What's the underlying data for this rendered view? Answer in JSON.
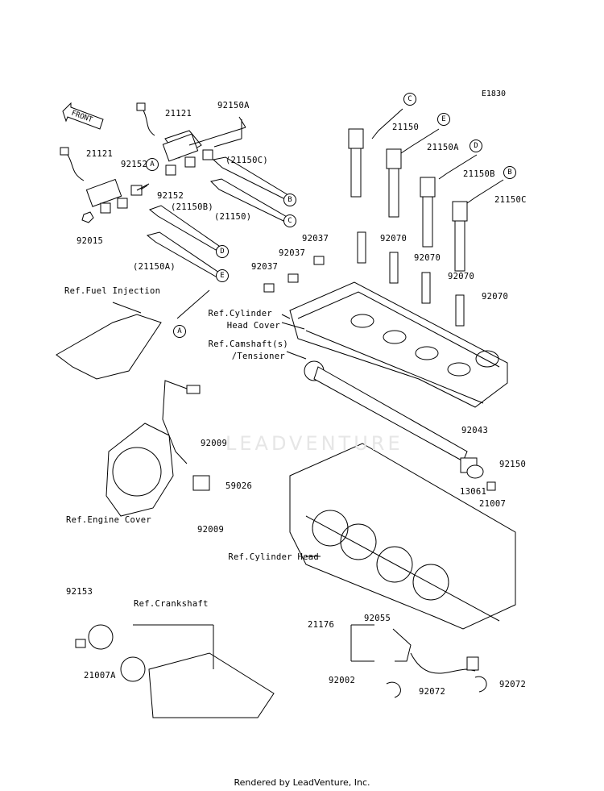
{
  "diagram_code": "E1830",
  "front_label": "FRONT",
  "watermark": "LEADVENTURE",
  "footer": "Rendered by LeadVenture, Inc.",
  "parts": [
    {
      "id": "p21121a",
      "text": "21121"
    },
    {
      "id": "p92150a_top",
      "text": "92150A"
    },
    {
      "id": "p21121b",
      "text": "21121"
    },
    {
      "id": "p92152a",
      "text": "92152"
    },
    {
      "id": "p92152b",
      "text": "92152"
    },
    {
      "id": "p21150c_paren",
      "text": "(21150C)"
    },
    {
      "id": "p21150b_paren",
      "text": "(21150B)"
    },
    {
      "id": "p21150_paren",
      "text": "(21150)"
    },
    {
      "id": "p92015",
      "text": "92015"
    },
    {
      "id": "p21150a_paren",
      "text": "(21150A)"
    },
    {
      "id": "p21150",
      "text": "21150"
    },
    {
      "id": "p21150a",
      "text": "21150A"
    },
    {
      "id": "p21150b",
      "text": "21150B"
    },
    {
      "id": "p21150c",
      "text": "21150C"
    },
    {
      "id": "p92037a",
      "text": "92037"
    },
    {
      "id": "p92037b",
      "text": "92037"
    },
    {
      "id": "p92037c",
      "text": "92037"
    },
    {
      "id": "p92070a",
      "text": "92070"
    },
    {
      "id": "p92070b",
      "text": "92070"
    },
    {
      "id": "p92070c",
      "text": "92070"
    },
    {
      "id": "p92070d",
      "text": "92070"
    },
    {
      "id": "ref_fuel",
      "text": "Ref.Fuel Injection"
    },
    {
      "id": "ref_head_cover1",
      "text": "Ref.Cylinder"
    },
    {
      "id": "ref_head_cover2",
      "text": "Head Cover"
    },
    {
      "id": "ref_cam1",
      "text": "Ref.Camshaft(s)"
    },
    {
      "id": "ref_cam2",
      "text": "/Tensioner"
    },
    {
      "id": "p92009a",
      "text": "92009"
    },
    {
      "id": "p59026",
      "text": "59026"
    },
    {
      "id": "p92009b",
      "text": "92009"
    },
    {
      "id": "ref_engine_cover",
      "text": "Ref.Engine Cover"
    },
    {
      "id": "p92043",
      "text": "92043"
    },
    {
      "id": "p92150",
      "text": "92150"
    },
    {
      "id": "p13061",
      "text": "13061"
    },
    {
      "id": "p21007",
      "text": "21007"
    },
    {
      "id": "ref_cyl_head",
      "text": "Ref.Cylinder Head"
    },
    {
      "id": "p92153",
      "text": "92153"
    },
    {
      "id": "ref_crank",
      "text": "Ref.Crankshaft"
    },
    {
      "id": "p21007a",
      "text": "21007A"
    },
    {
      "id": "p21176",
      "text": "21176"
    },
    {
      "id": "p92055",
      "text": "92055"
    },
    {
      "id": "p92002",
      "text": "92002"
    },
    {
      "id": "p92072a",
      "text": "92072"
    },
    {
      "id": "p92072b",
      "text": "92072"
    }
  ],
  "callouts": [
    {
      "id": "cA1",
      "text": "A"
    },
    {
      "id": "cB1",
      "text": "B"
    },
    {
      "id": "cC1",
      "text": "C"
    },
    {
      "id": "cD1",
      "text": "D"
    },
    {
      "id": "cE1",
      "text": "E"
    },
    {
      "id": "cA2",
      "text": "A"
    },
    {
      "id": "cC2",
      "text": "C"
    },
    {
      "id": "cE2",
      "text": "E"
    },
    {
      "id": "cD2",
      "text": "D"
    },
    {
      "id": "cB2",
      "text": "B"
    }
  ]
}
